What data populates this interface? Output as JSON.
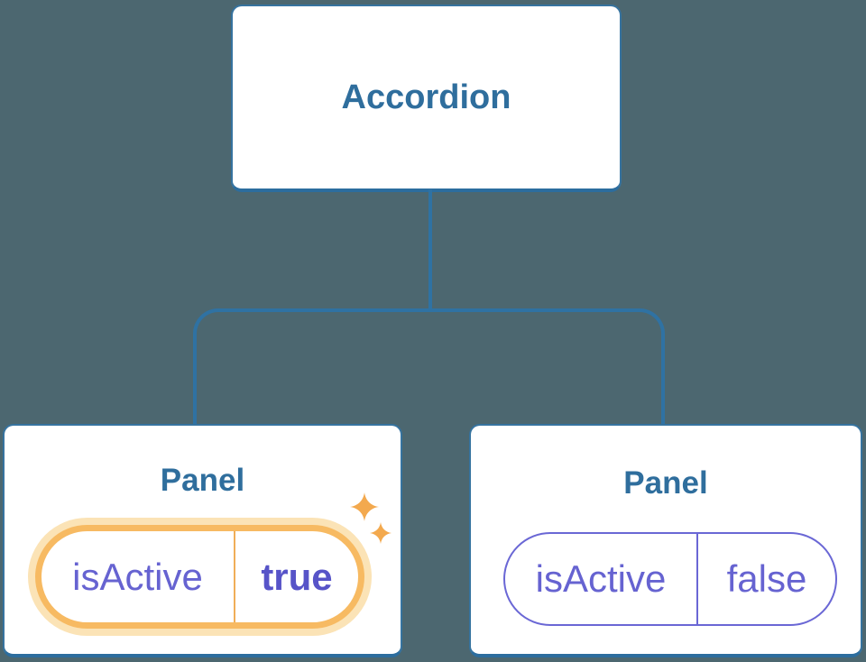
{
  "diagram": {
    "root": {
      "label": "Accordion"
    },
    "children": [
      {
        "label": "Panel",
        "prop_name": "isActive",
        "prop_value": "true",
        "highlighted": true,
        "badge_icon": "sparkle-icon"
      },
      {
        "label": "Panel",
        "prop_name": "isActive",
        "prop_value": "false",
        "highlighted": false
      }
    ]
  },
  "colors": {
    "background": "#4C6770",
    "node_fill": "#FFFFFF",
    "node_border": "#36739F",
    "connector": "#2F72A3",
    "node_label": "#2F6E9D",
    "prop_text": "#6663D1",
    "prop_value_active": "#5754C8",
    "prop_pill_border": "#6A67D5",
    "highlight_ring": "#F7BA62",
    "highlight_halo": "#FBE3B6",
    "sparkle": "#F3A94E"
  }
}
